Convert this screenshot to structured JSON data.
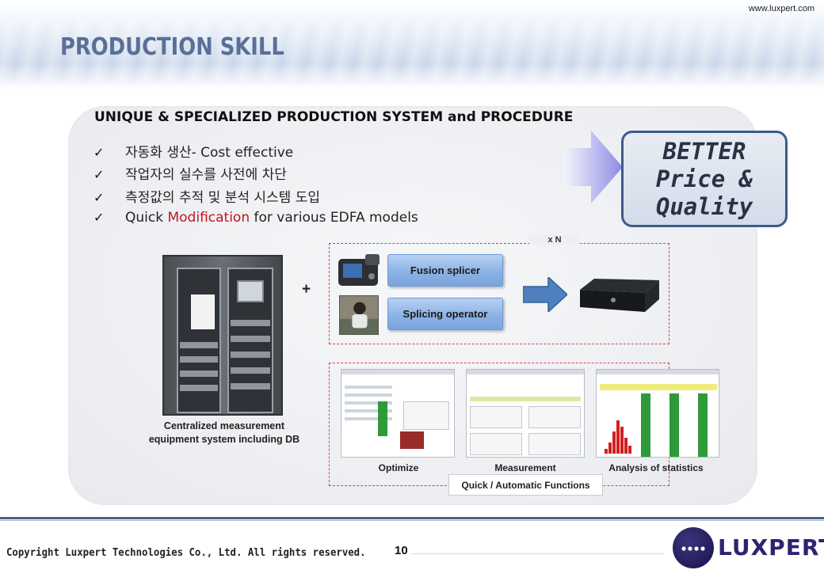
{
  "header": {
    "website": "www.luxpert.com",
    "title": "PRODUCTION SKILL"
  },
  "section": {
    "subtitle": "UNIQUE & SPECIALIZED PRODUCTION SYSTEM and PROCEDURE",
    "check_glyph": "✓",
    "bullets": [
      {
        "text": "자동화 생산- Cost effective"
      },
      {
        "text": "작업자의 실수를 사전에 차단"
      },
      {
        "text": "측정값의 추적 및 분석 시스템 도입"
      },
      {
        "text_before": "Quick ",
        "highlight": "Modification",
        "text_after": " for various EDFA models"
      }
    ]
  },
  "better_box": {
    "line1": "BETTER",
    "line2": "Price &",
    "line3": "Quality"
  },
  "equipment": {
    "caption_line1": "Centralized measurement",
    "caption_line2": "equipment system including DB"
  },
  "plus_sign": "+",
  "splicing": {
    "multiplier": "x N",
    "fusion_splicer_label": "Fusion splicer",
    "operator_label": "Splicing operator"
  },
  "software": {
    "optimize_label": "Optimize",
    "measurement_label": "Measurement",
    "statistics_label": "Analysis of statistics",
    "functions_label": "Quick / Automatic Functions"
  },
  "footer": {
    "copyright": "Copyright Luxpert Technologies Co., Ltd. All rights reserved.",
    "page_number": "10",
    "logo_text": "LUXPERT"
  },
  "colors": {
    "title": "#5a6f98",
    "highlight": "#c0151e",
    "frame": "#d9414b",
    "button_blue": "#8cb3e6",
    "better_border": "#3d5a8a",
    "logo": "#2b2470"
  }
}
